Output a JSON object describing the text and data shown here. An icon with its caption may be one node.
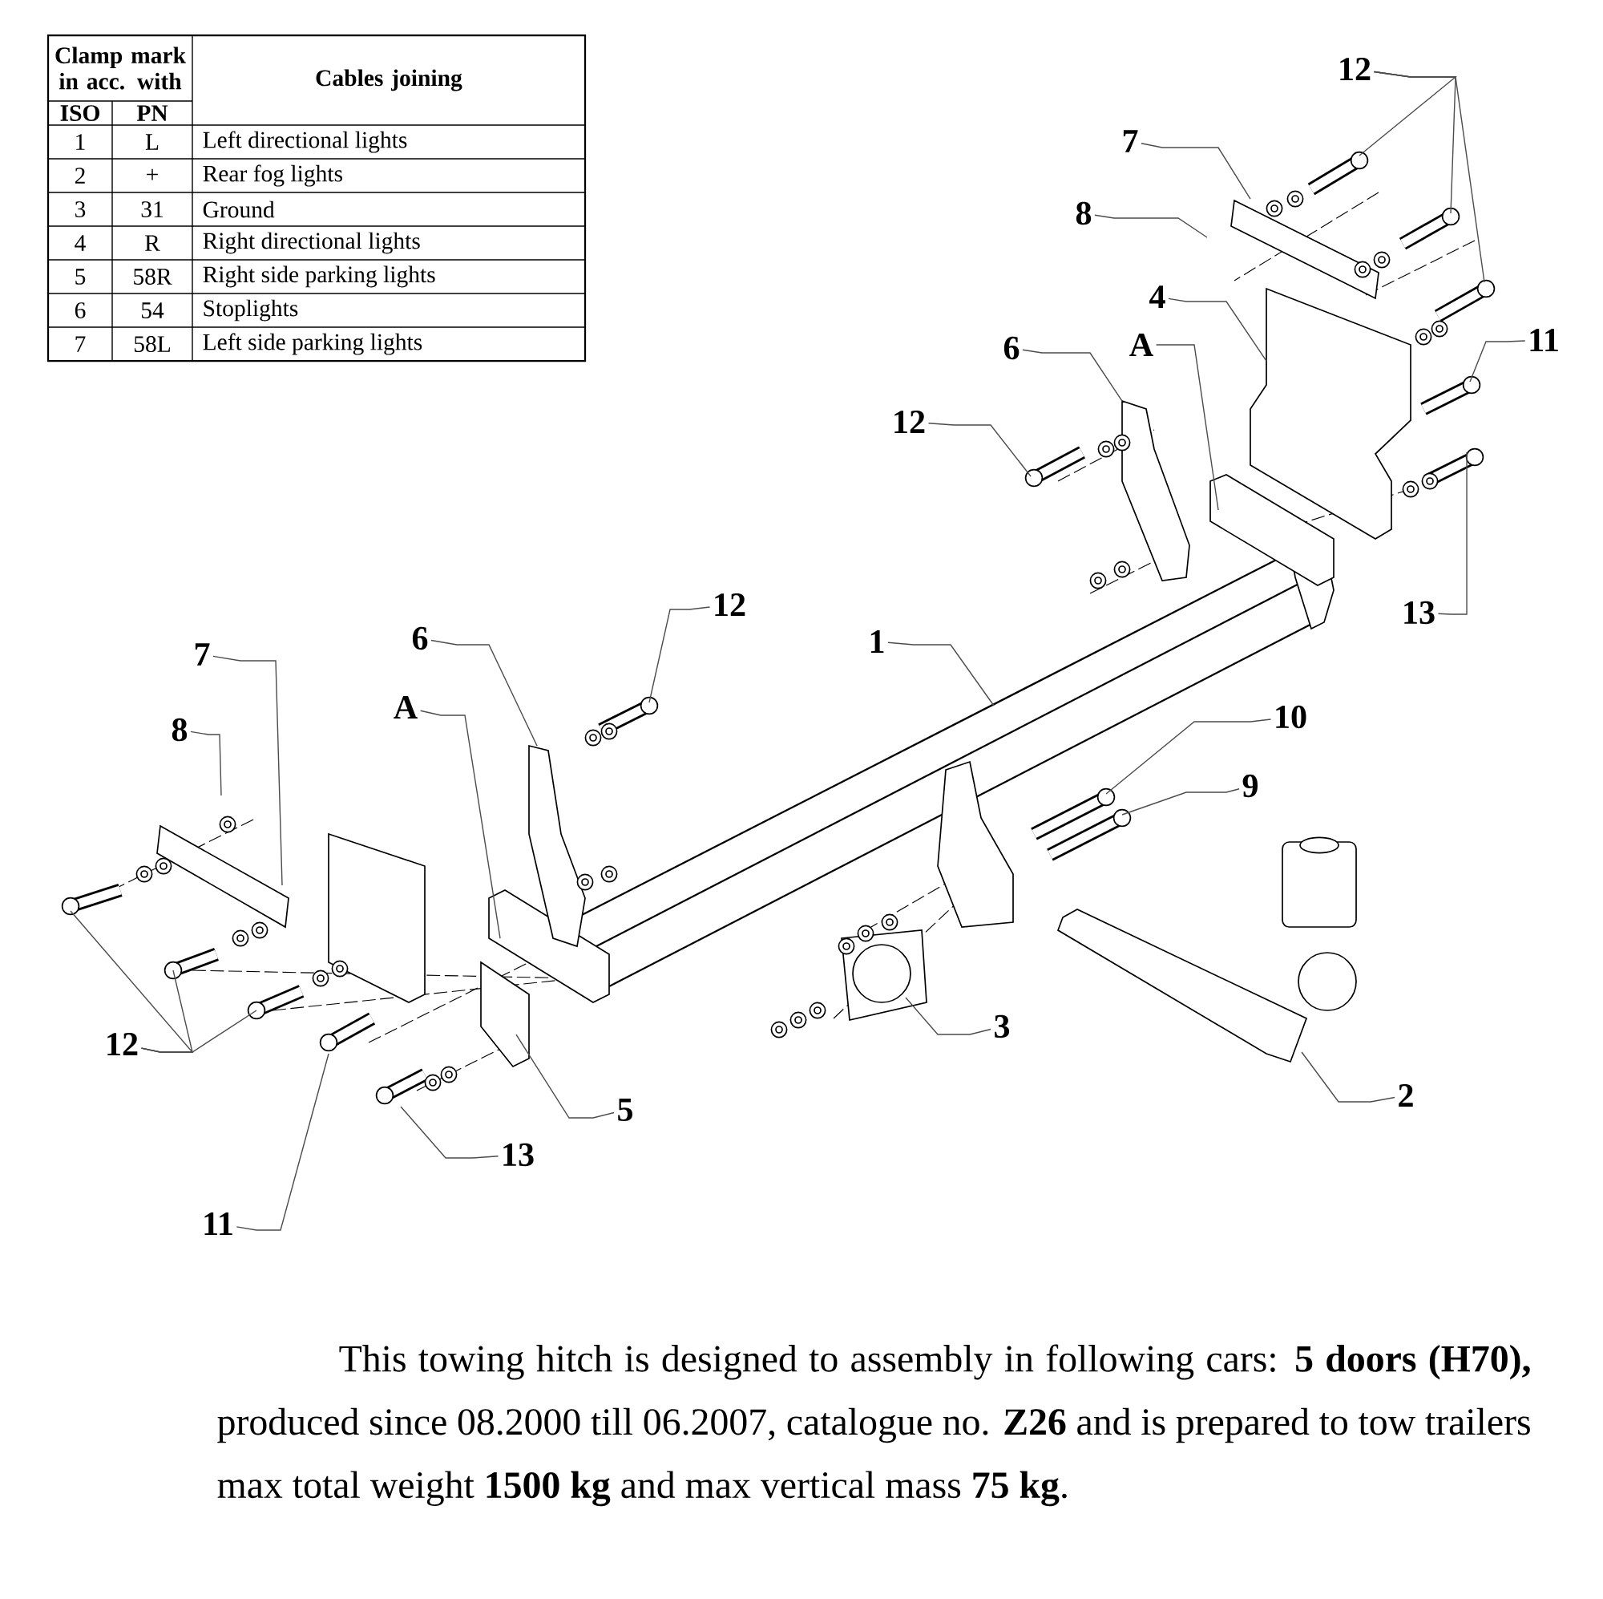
{
  "diagram": {
    "nodes": [
      {
        "text": [
          "12"
        ]
      },
      {
        "text": [
          "7"
        ]
      },
      {
        "text": [
          "8"
        ]
      },
      {
        "text": [
          "4"
        ]
      },
      {
        "text": [
          "A"
        ]
      },
      {
        "text": [
          "6"
        ]
      },
      {
        "text": [
          "12"
        ]
      },
      {
        "text": [
          "11"
        ]
      },
      {
        "text": [
          "13"
        ]
      },
      {
        "text": [
          "12"
        ]
      },
      {
        "text": [
          "1"
        ]
      },
      {
        "text": [
          "6"
        ]
      },
      {
        "text": [
          "A"
        ]
      },
      {
        "text": [
          "7"
        ]
      },
      {
        "text": [
          "8"
        ]
      },
      {
        "text": [
          "12"
        ]
      },
      {
        "text": [
          "10"
        ]
      },
      {
        "text": [
          "9"
        ]
      },
      {
        "text": [
          "3"
        ]
      },
      {
        "text": [
          "2"
        ]
      },
      {
        "text": [
          "5"
        ]
      },
      {
        "text": [
          "13"
        ]
      },
      {
        "text": [
          "11"
        ]
      }
    ],
    "edges": [
      {
        "from": 0,
        "to": null,
        "arrow": "none"
      },
      {
        "from": 0,
        "to": null,
        "arrow": "none"
      },
      {
        "from": 0,
        "to": null,
        "arrow": "none"
      },
      {
        "from": 1,
        "to": null,
        "arrow": "none"
      },
      {
        "from": 2,
        "to": null,
        "arrow": "none"
      },
      {
        "from": 3,
        "to": null,
        "arrow": "none"
      },
      {
        "from": 4,
        "to": null,
        "arrow": "none"
      },
      {
        "from": 5,
        "to": null,
        "arrow": "none"
      },
      {
        "from": 6,
        "to": null,
        "arrow": "none"
      },
      {
        "from": 7,
        "to": null,
        "arrow": "none"
      },
      {
        "from": 8,
        "to": null,
        "arrow": "none"
      },
      {
        "from": 9,
        "to": null,
        "arrow": "none"
      },
      {
        "from": 10,
        "to": null,
        "arrow": "none"
      },
      {
        "from": 11,
        "to": null,
        "arrow": "none"
      },
      {
        "from": 12,
        "to": null,
        "arrow": "none"
      },
      {
        "from": 13,
        "to": null,
        "arrow": "none"
      },
      {
        "from": 14,
        "to": null,
        "arrow": "none"
      },
      {
        "from": 15,
        "to": null,
        "arrow": "none"
      },
      {
        "from": 15,
        "to": null,
        "arrow": "none"
      },
      {
        "from": 15,
        "to": null,
        "arrow": "none"
      },
      {
        "from": 16,
        "to": null,
        "arrow": "none"
      },
      {
        "from": 17,
        "to": null,
        "arrow": "none"
      },
      {
        "from": 18,
        "to": null,
        "arrow": "none"
      },
      {
        "from": 19,
        "to": null,
        "arrow": "none"
      },
      {
        "from": 20,
        "to": null,
        "arrow": "none"
      },
      {
        "from": 21,
        "to": null,
        "arrow": "none"
      },
      {
        "from": 22,
        "to": null,
        "arrow": "none"
      }
    ],
    "labels": [
      "Clamp mark in acc. with",
      "Cables joining",
      "ISO",
      "PN",
      "1",
      "L",
      "Left directional lights",
      "2",
      "+",
      "Rear fog lights",
      "3",
      "31",
      "Ground",
      "4",
      "R",
      "Right directional lights",
      "5",
      "58R",
      "Right side parking lights",
      "6",
      "54",
      "Stoplights",
      "7",
      "58L",
      "Left side parking lights"
    ],
    "caption": "This towing hitch is designed to assembly in following cars: **5 doors (H70),** produced since 08.2000 till 06.2007, catalogue no. **Z26** and is prepared to tow trailers max total weight **1500 kg** and max vertical mass **75 kg**."
  }
}
